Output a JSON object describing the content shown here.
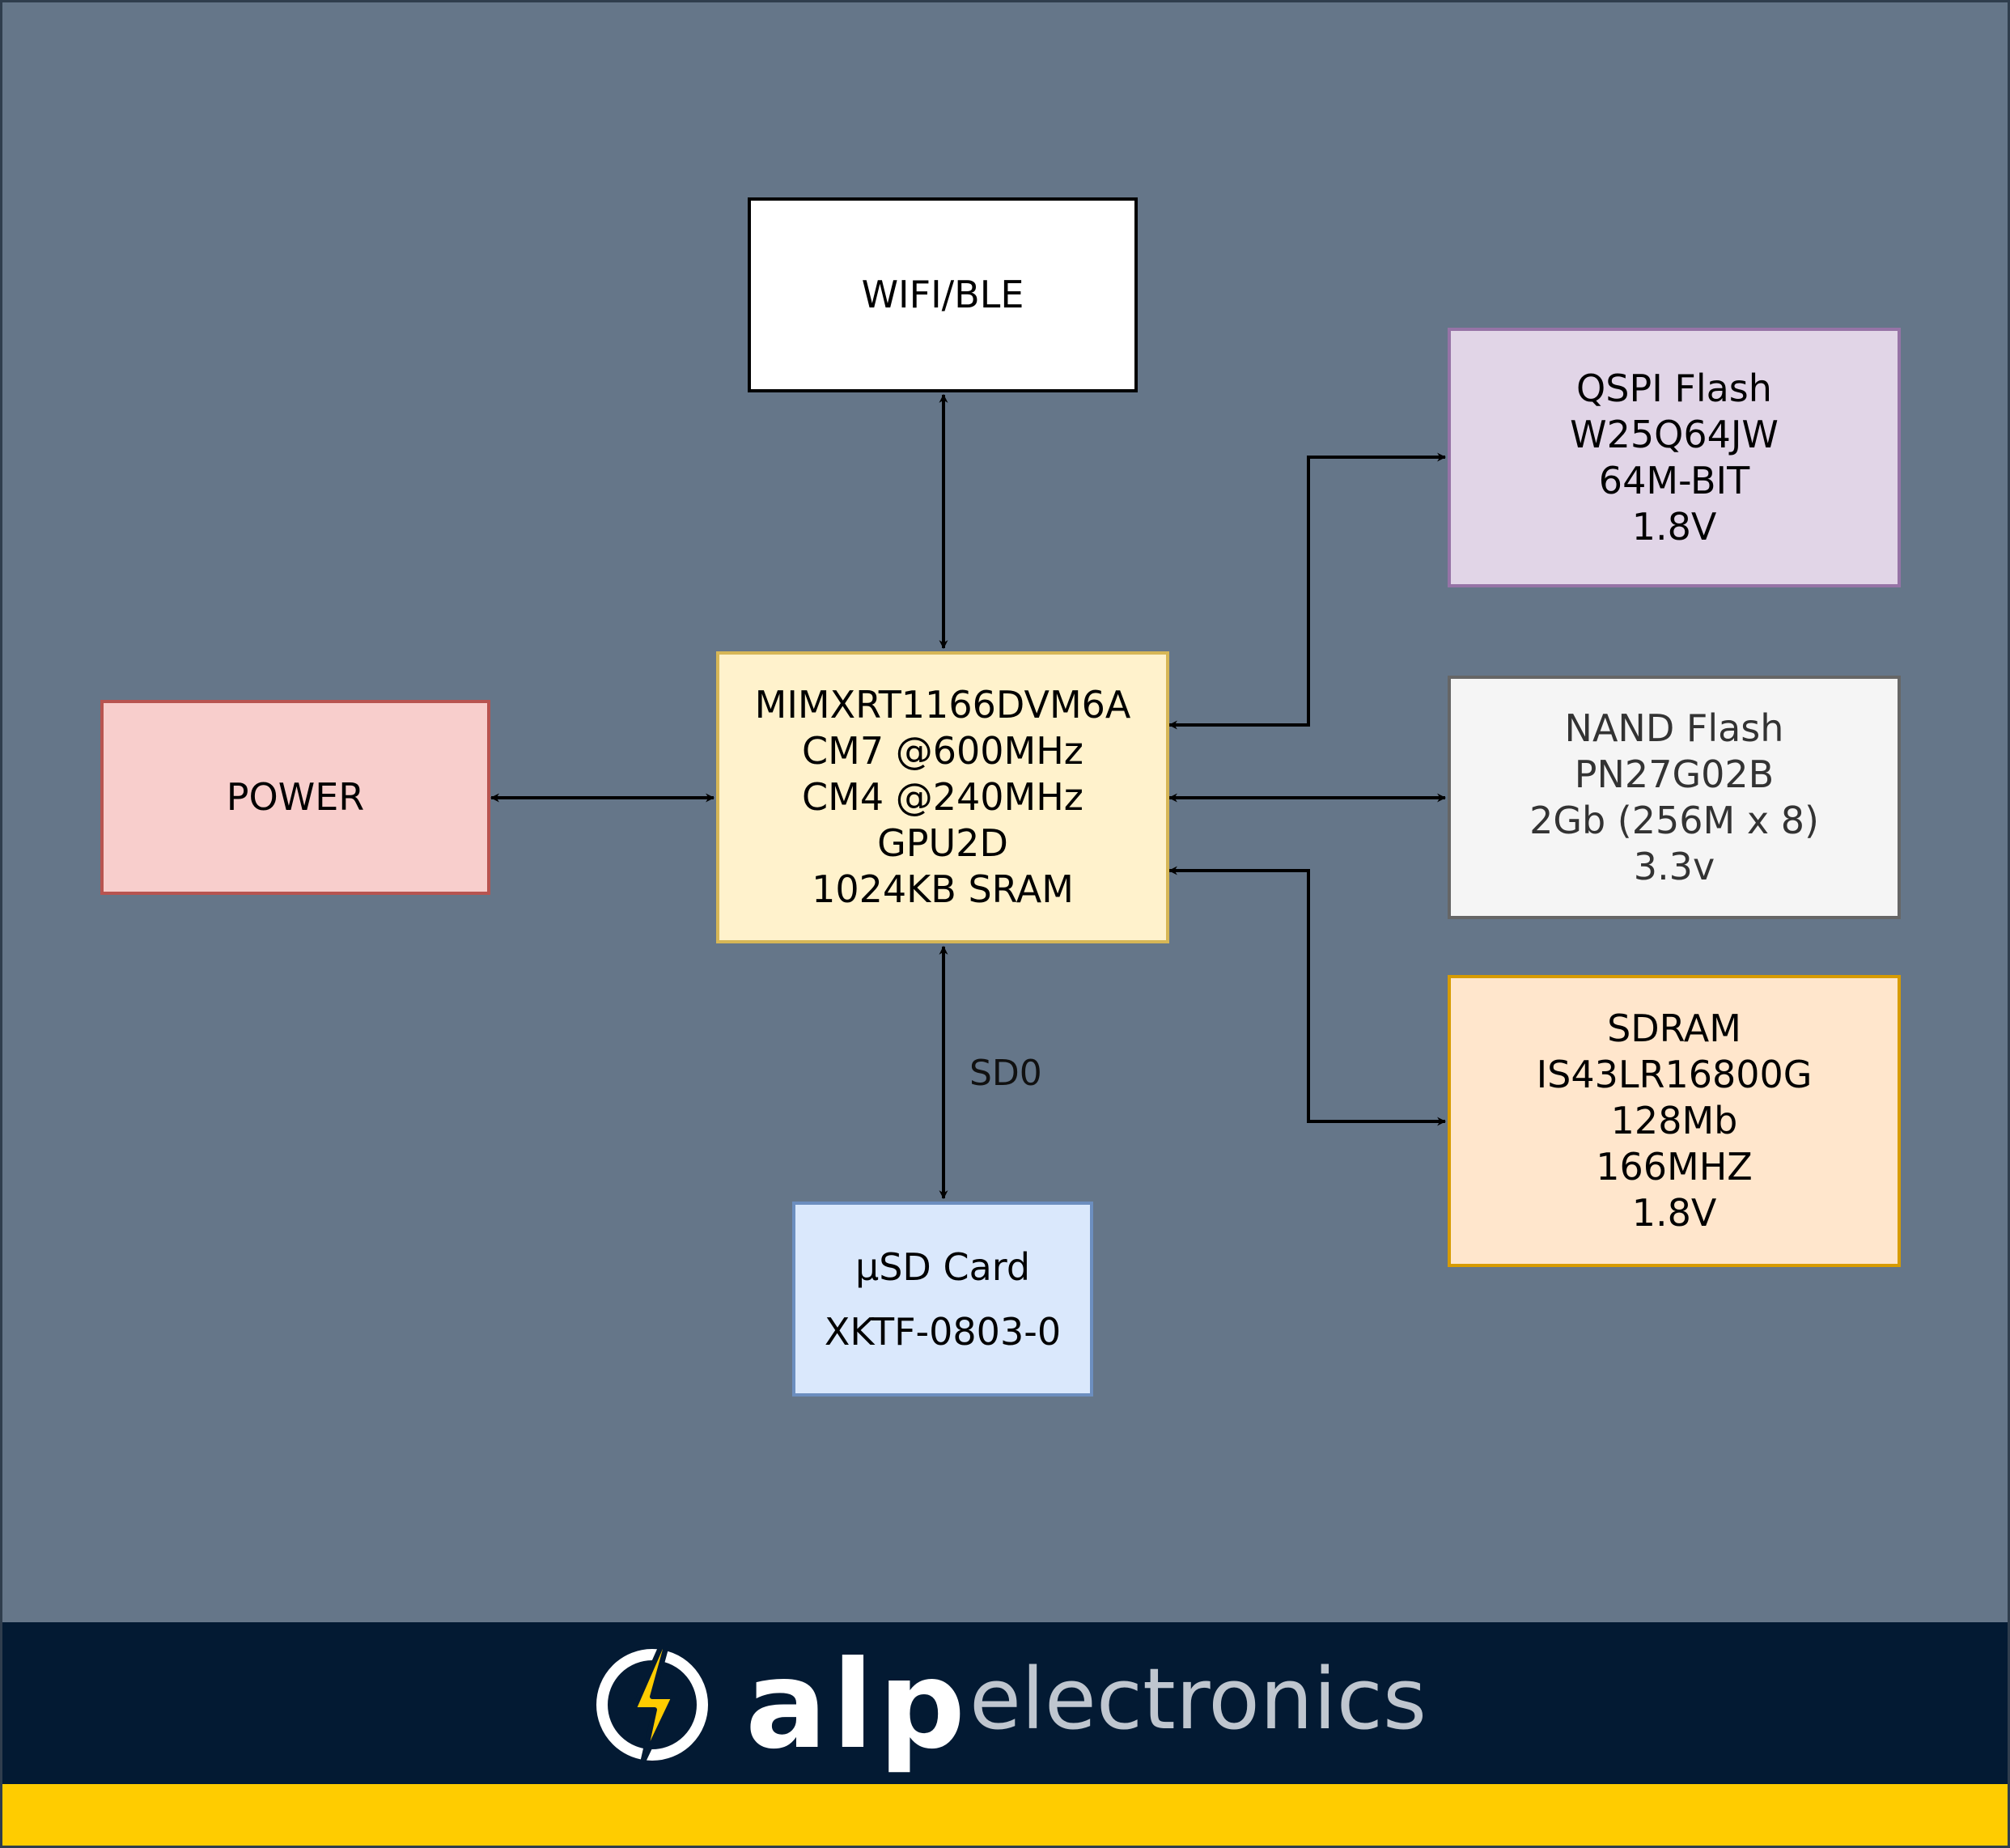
{
  "blocks": {
    "wifi": {
      "lines": [
        "WIFI/BLE"
      ],
      "fill": "#ffffff",
      "stroke": "#000000"
    },
    "qspi": {
      "lines": [
        "QSPI Flash",
        "W25Q64JW",
        "64M-BIT",
        "1.8V"
      ],
      "fill": "#e1d5e7",
      "stroke": "#9673a6"
    },
    "mcu": {
      "lines": [
        "MIMXRT1166DVM6A",
        "CM7 @600MHz",
        "CM4 @240MHz",
        "GPU2D",
        "1024KB SRAM"
      ],
      "fill": "#fff2cc",
      "stroke": "#d6b656"
    },
    "power": {
      "lines": [
        "POWER"
      ],
      "fill": "#f8cecc",
      "stroke": "#b85450"
    },
    "nand": {
      "lines": [
        "NAND Flash",
        "PN27G02B",
        "2Gb (256M x 8)",
        "3.3v"
      ],
      "fill": "#f5f5f5",
      "stroke": "#666666"
    },
    "sdram": {
      "lines": [
        "SDRAM",
        "IS43LR16800G",
        "128Mb",
        "166MHZ",
        "1.8V"
      ],
      "fill": "#ffe6cc",
      "stroke": "#d79b00"
    },
    "usd": {
      "lines": [
        "µSD Card",
        "XKTF-0803-0"
      ],
      "fill": "#dae8fc",
      "stroke": "#6c8ebf"
    }
  },
  "edges": {
    "sd0_label": "SD0"
  },
  "footer": {
    "brand_bold": "alp",
    "brand_light": "electronics",
    "background": "#031a33",
    "accent": "#ffcc00"
  }
}
